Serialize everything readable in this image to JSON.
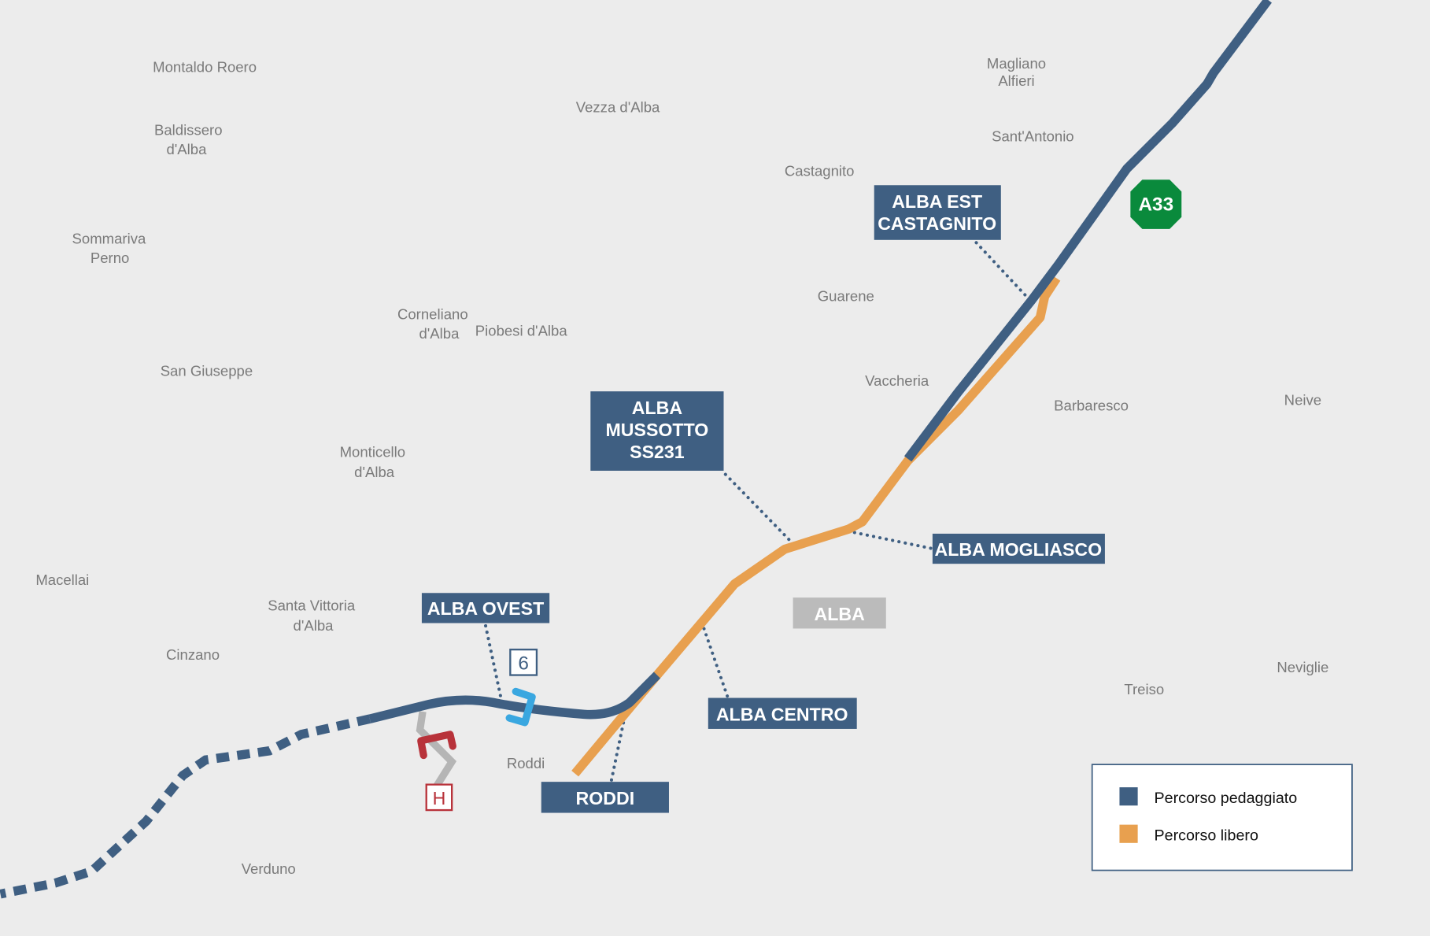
{
  "colors": {
    "background": "#ececec",
    "toll": "#3f5f82",
    "free": "#e8a04f",
    "motorway_badge": "#0a8a3c",
    "hospital": "#b8323a",
    "exit_marker": "#3aa7e0",
    "city_box": "#bbbbbb"
  },
  "towns": [
    "Montaldo Roero",
    "Baldissero",
    "d'Alba",
    "Sommariva",
    "Perno",
    "Vezza d'Alba",
    "Magliano",
    "Alfieri",
    "Sant'Antonio",
    "Castagnito",
    "Guarene",
    "Corneliano",
    "d'Alba",
    "Piobesi d'Alba",
    "San Giuseppe",
    "Vaccheria",
    "Barbaresco",
    "Neive",
    "Monticello",
    "d'Alba",
    "Macellai",
    "Santa Vittoria",
    "d'Alba",
    "Cinzano",
    "Roddi",
    "Treiso",
    "Neviglie",
    "Verduno"
  ],
  "city": "ALBA",
  "motorway": "A33",
  "exits": {
    "est": [
      "ALBA EST",
      "CASTAGNITO"
    ],
    "mussotto": [
      "ALBA",
      "MUSSOTTO",
      "SS231"
    ],
    "mogliasco": "ALBA MOGLIASCO",
    "ovest": "ALBA OVEST",
    "centro": "ALBA CENTRO",
    "roddi": "RODDI"
  },
  "exit_number": "6",
  "hospital_label": "H",
  "legend": {
    "toll": "Percorso pedaggiato",
    "free": "Percorso libero"
  }
}
